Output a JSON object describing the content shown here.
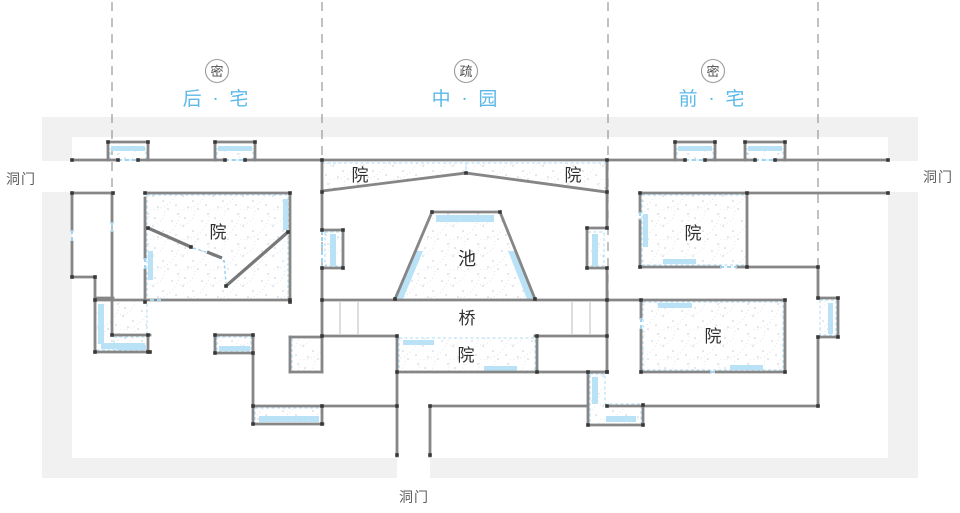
{
  "sections": [
    {
      "seal": "密",
      "title": "后 · 宅"
    },
    {
      "seal": "疏",
      "title": "中 · 园"
    },
    {
      "seal": "密",
      "title": "前 · 宅"
    }
  ],
  "gates": {
    "left": "洞门",
    "right": "洞门",
    "bottom": "洞门"
  },
  "rooms": {
    "courtyard_rear": "院",
    "courtyard_mid_left": "院",
    "courtyard_mid_right": "院",
    "pond": "池",
    "bridge": "桥",
    "courtyard_mid_lower": "院",
    "courtyard_front_upper": "院",
    "courtyard_front_lower": "院"
  },
  "colors": {
    "title_blue": "#5cb8e8",
    "wall_gray": "#868686",
    "accent_blue": "#b9e2f7",
    "door_dash_blue": "#9fd3ef",
    "mat_gray": "#f1f1f1",
    "seal_ring": "#9a9a9a"
  }
}
